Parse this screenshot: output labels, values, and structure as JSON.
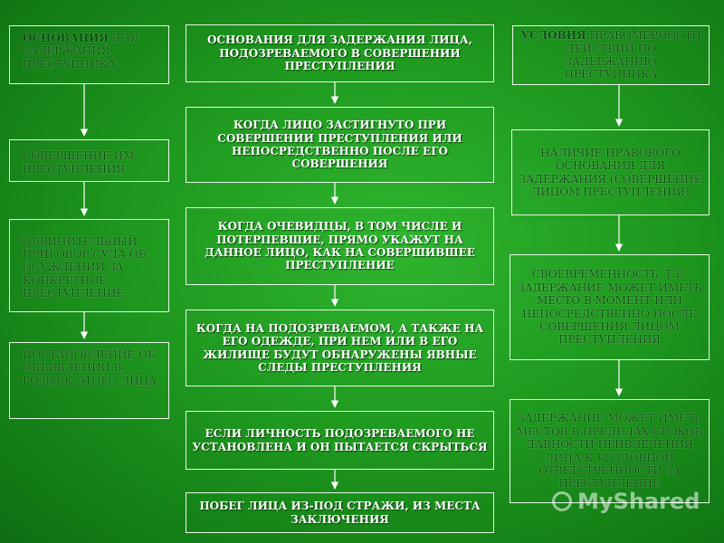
{
  "left_column": {
    "boxes": [
      {
        "lead": "Основания",
        "rest": " для задержания преступника"
      },
      {
        "lead": "",
        "rest": "Совершение им преступления"
      },
      {
        "lead": "",
        "rest": "Обвинительный приговор суда об осуждении за конкретное преступление"
      },
      {
        "lead": "",
        "rest": "Постановление об объявлении в розыск этого лица"
      }
    ]
  },
  "center_column": {
    "boxes": [
      "Основания для задержания лица, подозреваемого в совершении преступления",
      "Когда лицо застигнуто при совершении преступления или непосредственно после его совершения",
      "Когда очевидцы, в том числе и потерпевшие, прямо укажут на данное лицо, как на совершившее преступление",
      "Когда на подозреваемом, а также на его одежде, при нем или в его жилище будут обнаружены явные следы преступления",
      "Если личность подозреваемого не установлена и он пытается скрыться",
      "Побег лица из-под стражи, из места заключения"
    ]
  },
  "right_column": {
    "boxes": [
      {
        "lead": "Условия",
        "rest": " правомерности действий по задержанию преступника"
      },
      {
        "lead": "",
        "rest": "Наличие правового основания для задержания (совершение лицом преступления)"
      },
      {
        "lead": "",
        "rest": "Своевременность, т.е. задержание может иметь место в момент или непосредственно после совершения лицом преступления"
      },
      {
        "lead": "",
        "rest": "Задержание может иметь местов в пределах сроков давности привлечения лица к уголовной ответственности за преступление"
      }
    ]
  },
  "watermark": {
    "text": "MyShared"
  },
  "colors": {
    "background": "#1f9a1f",
    "border": "#e8f5e8",
    "dark_text": "#0d4a10",
    "light_text": "#ffffff"
  }
}
